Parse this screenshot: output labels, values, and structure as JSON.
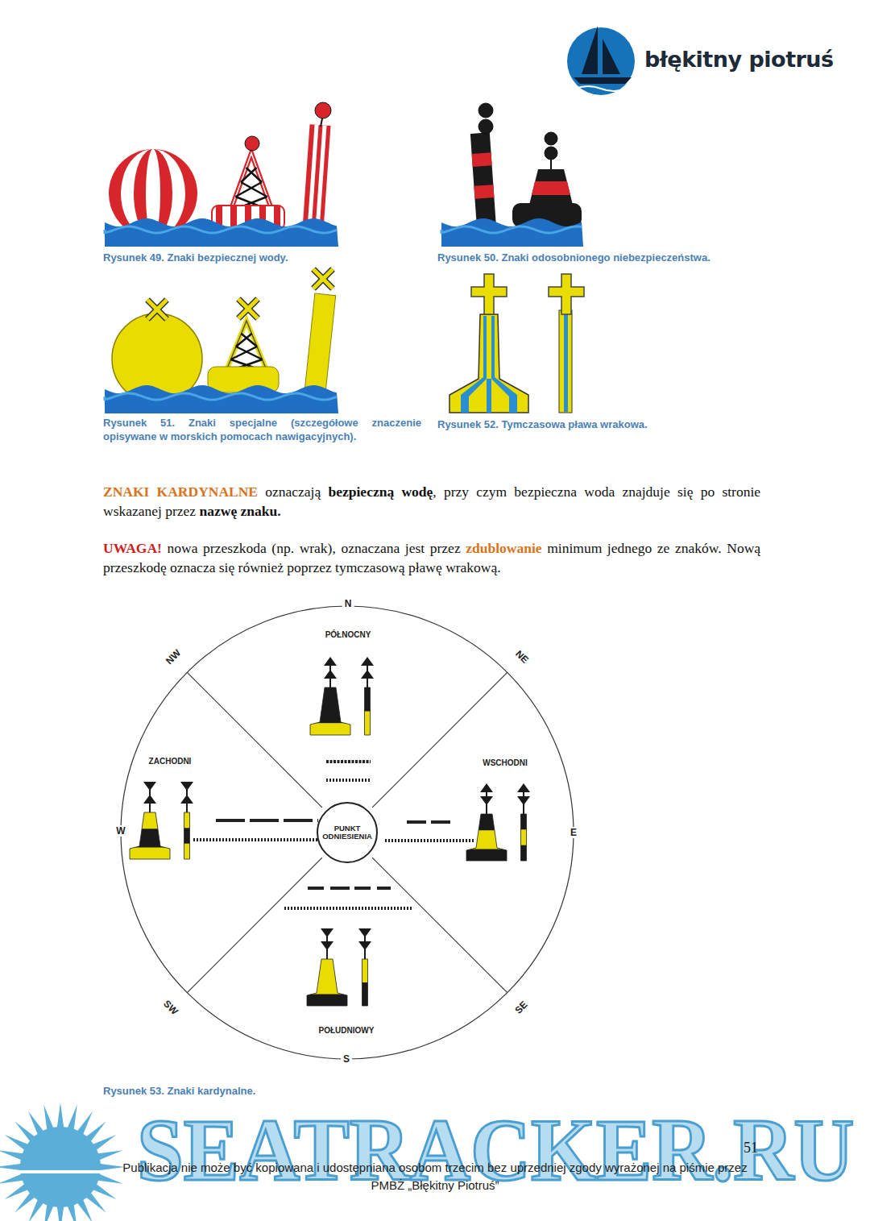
{
  "diagram": {
    "nodes": [
      {
        "text": [
          "PUNKT ODNIESIENIA"
        ]
      }
    ],
    "labels": [
      "błękitny piotruś",
      "Rysunek 49. Znaki bezpiecznej wody.",
      "Rysunek 50. Znaki odosobnionego niebezpieczeństwa.",
      "Rysunek 51. Znaki specjalne (szczegółowe znaczenie opisywane w morskich pomocach nawigacyjnych).",
      "Rysunek 52. Tymczasowa pława wrakowa.",
      "ZNAKI KARDYNALNE",
      "oznaczają",
      "bezpieczną wodę",
      ", przy czym bezpieczna woda znajduje się po stronie wskazanej przez",
      "nazwę znaku.",
      "UWAGA!",
      "nowa przeszkoda (np. wrak), oznaczana jest przez",
      "zdublowanie",
      "minimum jednego ze znaków. Nową przeszkodę oznacza się również poprzez tymczasową pławę wrakową.",
      "N",
      "NE",
      "E",
      "SE",
      "S",
      "SW",
      "W",
      "NW",
      "PÓŁNOCNY",
      "ZACHODNI",
      "WSCHODNI",
      "POŁUDNIOWY",
      "Rysunek 53. Znaki kardynalne.",
      "SEATRACKER.RU",
      "51",
      "Publikacja nie może być kopiowana i udostępniana osobom trzecim bez uprzedniej zgody wyrażonej na piśmie przez PMBŻ „Błękitny Piotruś”"
    ]
  }
}
